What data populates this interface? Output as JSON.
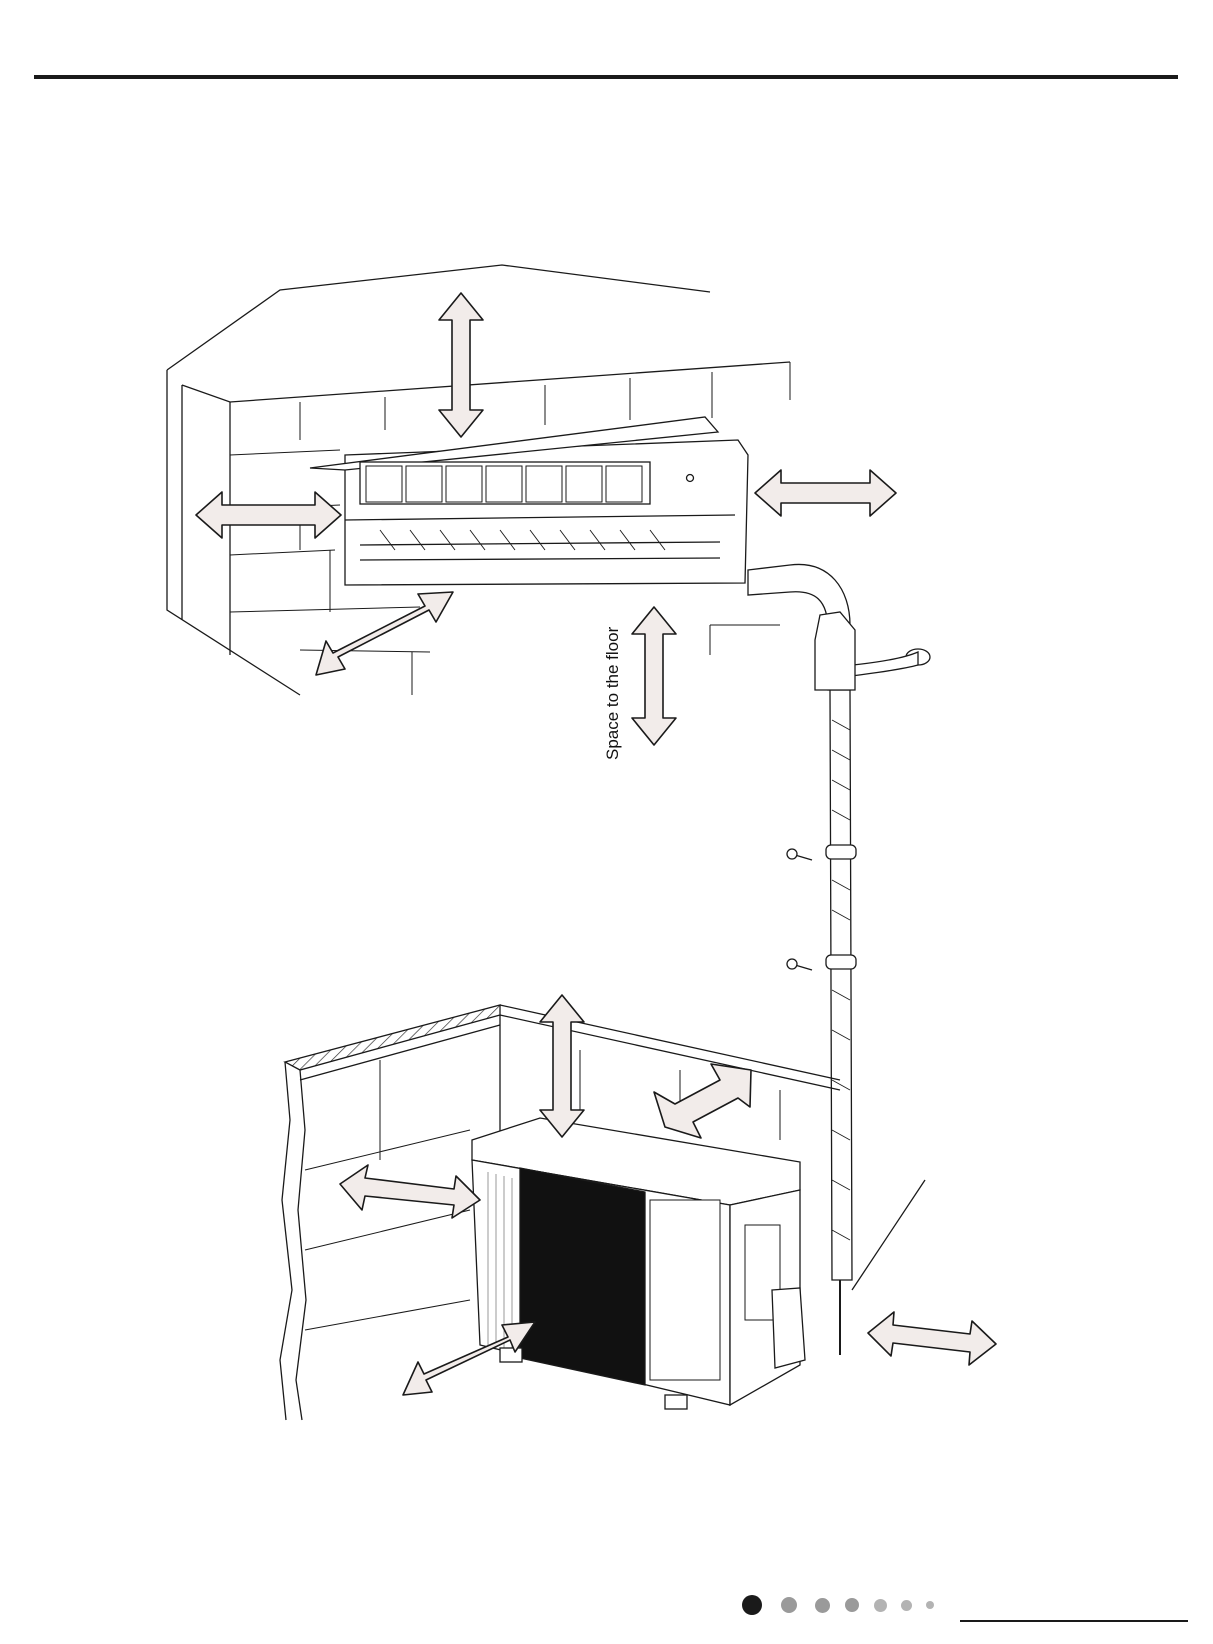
{
  "diagram": {
    "floor_space_label": "Space to the floor"
  },
  "colors": {
    "arrow_fill": "#f2ecea",
    "line": "#1a1a1a",
    "grille": "#111111",
    "dot_active": "#1a1a1a",
    "dot_inactive": "#9a9a9a"
  },
  "pagination": {
    "dots": [
      {
        "state": "active"
      },
      {
        "state": "inactive"
      },
      {
        "state": "inactive"
      },
      {
        "state": "inactive"
      },
      {
        "state": "inactive"
      },
      {
        "state": "inactive"
      },
      {
        "state": "inactive"
      }
    ]
  }
}
